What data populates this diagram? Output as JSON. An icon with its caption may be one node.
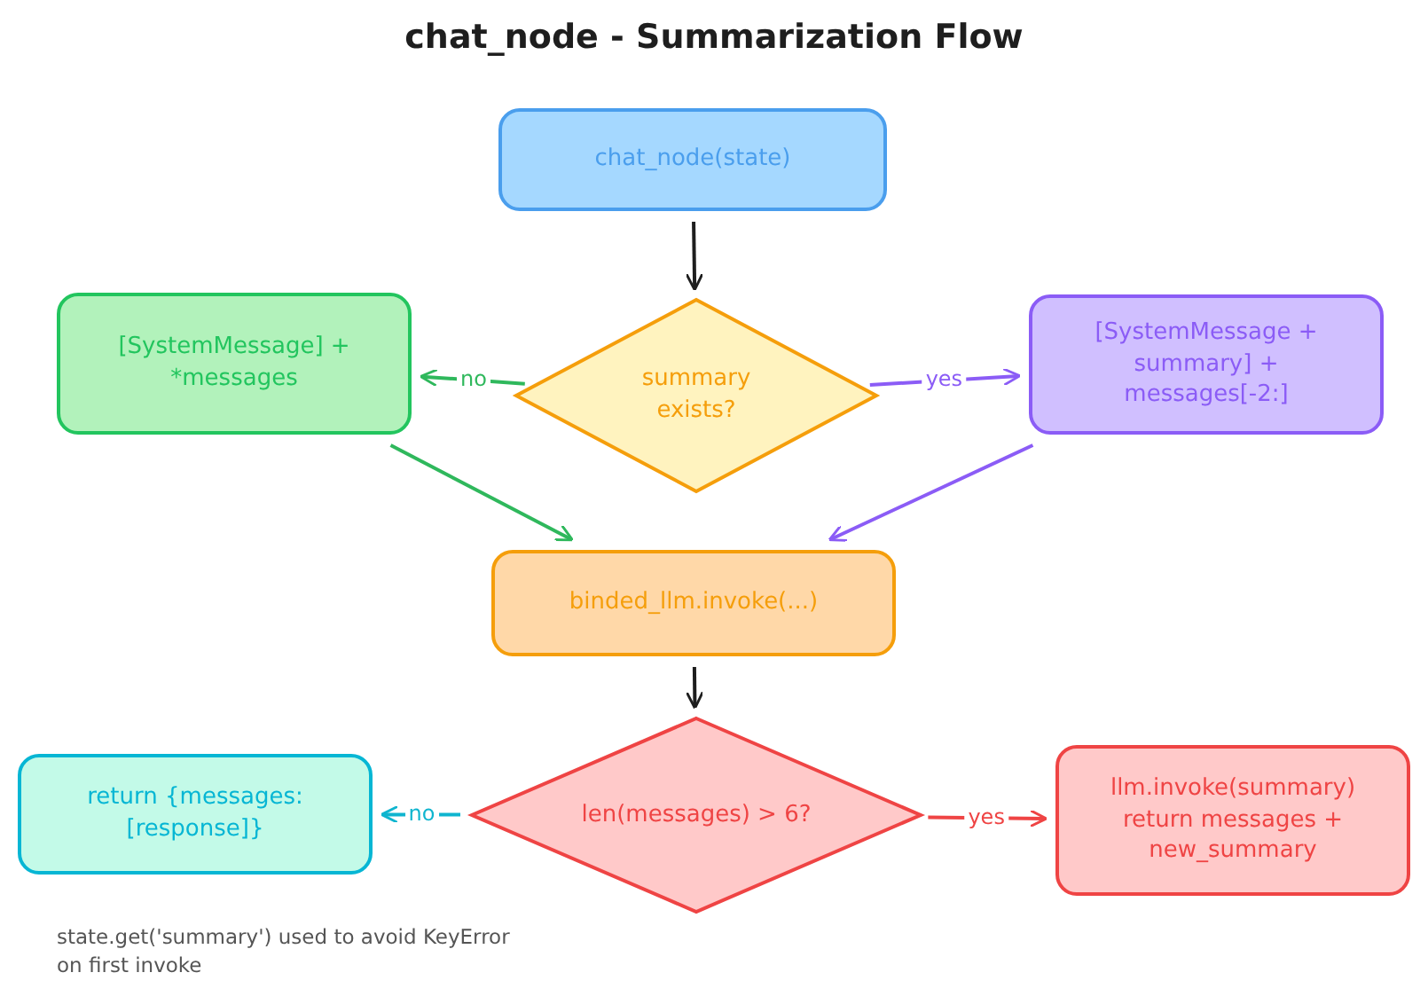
{
  "diagram": {
    "title": "chat_node - Summarization Flow",
    "nodes": [
      {
        "text": [
          "chat_node(state)"
        ]
      },
      {
        "text": [
          "summary exists?"
        ]
      },
      {
        "text": [
          "[SystemMessage] + *messages"
        ]
      },
      {
        "text": [
          "[SystemMessage + summary] + messages[-2:]"
        ]
      },
      {
        "text": [
          "binded_llm.invoke(...)"
        ]
      },
      {
        "text": [
          "len(messages) > 6?"
        ]
      },
      {
        "text": [
          "return {messages: [response]}"
        ]
      },
      {
        "text": [
          "llm.invoke(summary) return messages + new_summary"
        ]
      }
    ],
    "edges": [
      {
        "from": 0,
        "to": 1,
        "arrow": "to",
        "color": "#1e1e1e"
      },
      {
        "from": 1,
        "to": 2,
        "arrow": "to",
        "label": "no",
        "color": "#2fb85c"
      },
      {
        "from": 1,
        "to": 3,
        "arrow": "to",
        "label": "yes",
        "color": "#8b5cf6"
      },
      {
        "from": 2,
        "to": 4,
        "arrow": "to",
        "color": "#2fb85c"
      },
      {
        "from": 3,
        "to": 4,
        "arrow": "to",
        "color": "#8b5cf6"
      },
      {
        "from": 4,
        "to": 5,
        "arrow": "to",
        "color": "#1e1e1e"
      },
      {
        "from": 5,
        "to": 6,
        "arrow": "to",
        "label": "no",
        "color": "#0fb5cf"
      },
      {
        "from": 5,
        "to": 7,
        "arrow": "to",
        "label": "yes",
        "color": "#ef4444"
      }
    ],
    "labels": [
      "state.get('summary') used to avoid KeyError on first invoke"
    ]
  }
}
